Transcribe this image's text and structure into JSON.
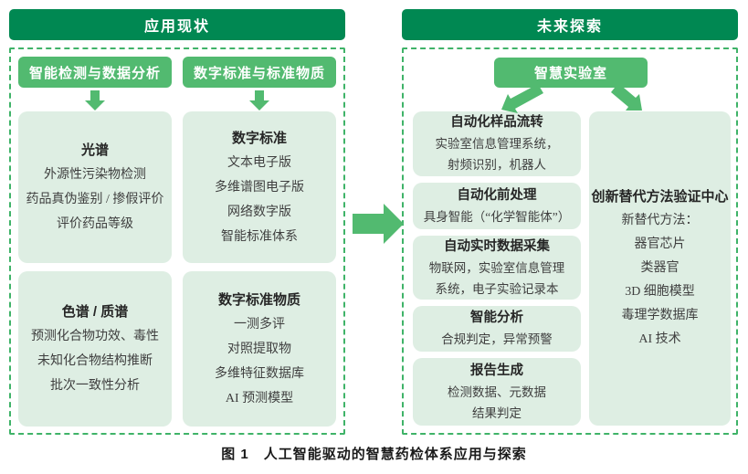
{
  "colors": {
    "header_green": "#008852",
    "accent_green": "#52BA70",
    "pale_box_green": "#DEEEE3",
    "dashed_border_green": "#3FB368",
    "body_text": "#3F3F3F"
  },
  "icons": {
    "down_arrow": "solid down arrow polygon",
    "right_arrow": "large solid right arrow polygon",
    "diag_left_arrow": "solid arrow pointing down-left",
    "diag_right_arrow": "solid arrow pointing down-right"
  },
  "left_panel": {
    "header": "应用现状",
    "groups": [
      {
        "button": "智能检测与数据分析",
        "boxes": [
          {
            "title": "光谱",
            "lines": [
              "外源性污染物检测",
              "药品真伪鉴别 / 掺假评价",
              "评价药品等级"
            ]
          },
          {
            "title": "色谱 / 质谱",
            "lines": [
              "预测化合物功效、毒性",
              "未知化合物结构推断",
              "批次一致性分析"
            ]
          }
        ]
      },
      {
        "button": "数字标准与标准物质",
        "boxes": [
          {
            "title": "数字标准",
            "lines": [
              "文本电子版",
              "多维谱图电子版",
              "网络数字版",
              "智能标准体系"
            ]
          },
          {
            "title": "数字标准物质",
            "lines": [
              "一测多评",
              "对照提取物",
              "多维特征数据库",
              "AI 预测模型"
            ]
          }
        ]
      }
    ]
  },
  "right_panel": {
    "header": "未来探索",
    "hub_button": "智慧实验室",
    "left_boxes": [
      {
        "title": "自动化样品流转",
        "lines": [
          "实验室信息管理系统，",
          "射频识别，机器人"
        ]
      },
      {
        "title": "自动化前处理",
        "lines": [
          "具身智能（“化学智能体”）"
        ]
      },
      {
        "title": "自动实时数据采集",
        "lines": [
          "物联网，实验室信息管理",
          "系统，电子实验记录本"
        ]
      },
      {
        "title": "智能分析",
        "lines": [
          "合规判定，异常预警"
        ]
      },
      {
        "title": "报告生成",
        "lines": [
          "检测数据、元数据",
          "结果判定"
        ]
      }
    ],
    "right_box": {
      "title": "创新替代方法验证中心",
      "lines": [
        "新替代方法：",
        "器官芯片",
        "类器官",
        "3D 细胞模型",
        "毒理学数据库",
        "AI 技术"
      ]
    }
  },
  "caption": "图 1　人工智能驱动的智慧药检体系应用与探索"
}
